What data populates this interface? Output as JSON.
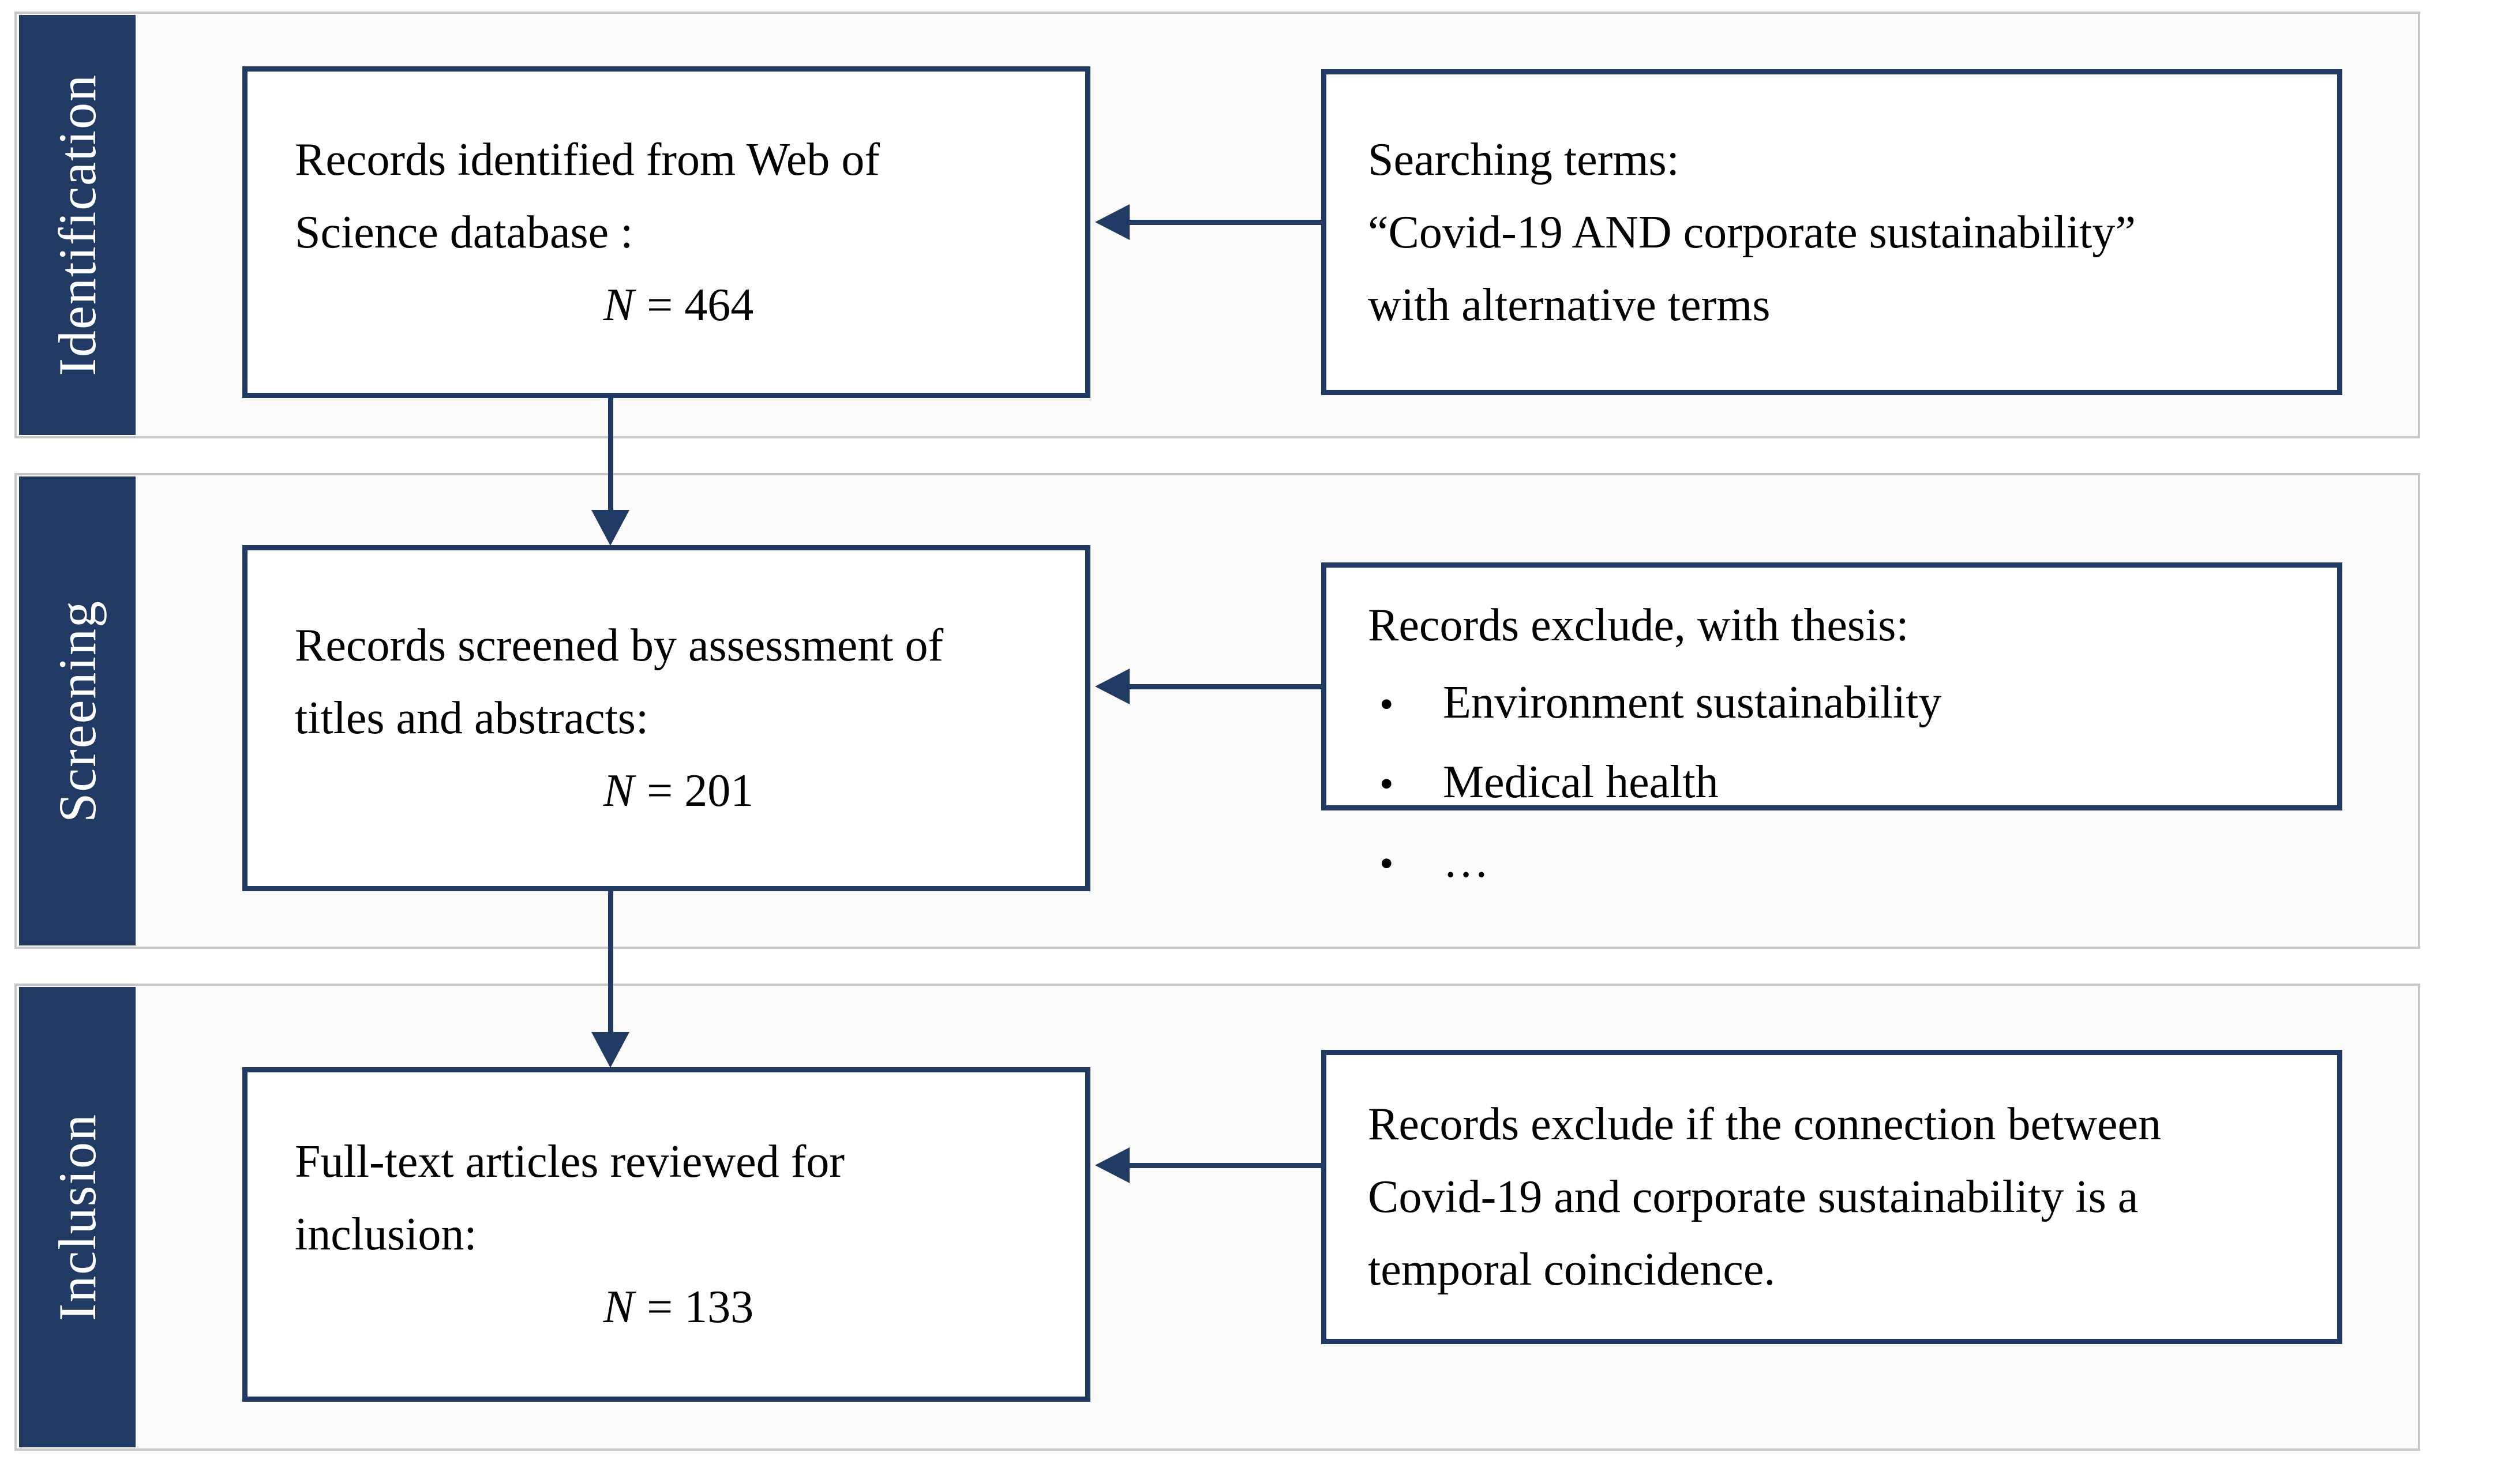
{
  "diagram": {
    "colors": {
      "navy": "#203a64",
      "band_border": "#c7c7c7",
      "band_fill": "#fbfbfb",
      "box_fill": "#ffffff",
      "text": "#000000",
      "label_text": "#ffffff"
    },
    "stages": [
      {
        "label": "Identification",
        "left_box": {
          "lines": [
            "Records identified from Web of",
            "Science database :"
          ],
          "n_var": "N",
          "n_rest": "= 464"
        },
        "right_box": {
          "lines": [
            "Searching terms:",
            "“Covid-19 AND corporate sustainability”",
            "with alternative terms"
          ]
        }
      },
      {
        "label": "Screening",
        "left_box": {
          "lines": [
            "Records screened by assessment of",
            "titles and abstracts:"
          ],
          "n_var": "N",
          "n_rest": "= 201"
        },
        "right_box": {
          "header": "Records exclude, with thesis:",
          "bullet_char": "•",
          "bullets": [
            "Environment sustainability",
            "Medical health",
            "…"
          ]
        }
      },
      {
        "label": "Inclusion",
        "left_box": {
          "lines": [
            "Full-text articles reviewed for",
            "inclusion:"
          ],
          "n_var": "N",
          "n_rest": "= 133"
        },
        "right_box": {
          "lines": [
            "Records exclude if the connection between",
            "Covid-19 and corporate sustainability is a",
            "temporal coincidence."
          ]
        }
      }
    ]
  }
}
